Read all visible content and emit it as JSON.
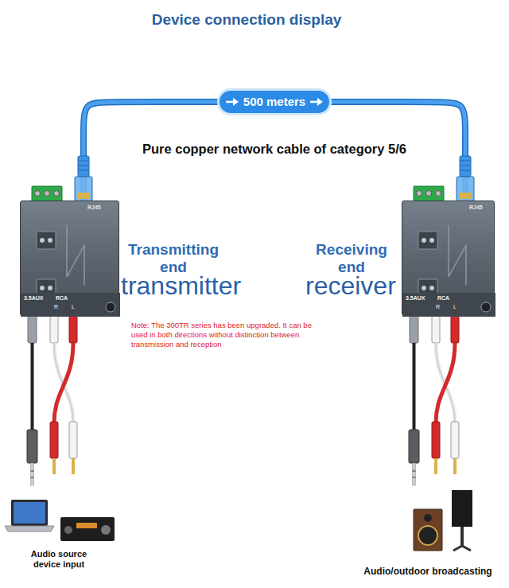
{
  "diagram": {
    "title": "Device connection display",
    "nodes": [
      {
        "text": [
          "Transmitting end",
          "transmitter",
          "RJ45",
          "3.5AUX",
          "RCA",
          "R",
          "L"
        ]
      },
      {
        "text": [
          "Receiving end",
          "receiver",
          "RJ45",
          "3.5AUX",
          "RCA",
          "R",
          "L"
        ]
      }
    ],
    "edges": [
      {
        "from": 0,
        "to": 1,
        "arrow": "none",
        "label": "500 meters"
      }
    ],
    "labels": [
      "Pure copper network cable of category 5/6",
      "Note: The 300TR series has been upgraded. It can be used in both directions without distinction between transmission and reception",
      "Audio source device input",
      "Audio/outdoor broadcasting"
    ]
  }
}
